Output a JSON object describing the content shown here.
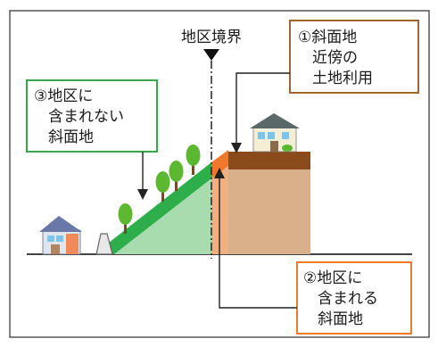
{
  "boundary_label": "地区境界",
  "callout_1": {
    "lines": [
      "①斜面地",
      "近傍の",
      "土地利用"
    ],
    "border_color": "#a0652a"
  },
  "callout_2": {
    "lines": [
      "②地区に",
      "含まれる",
      "斜面地"
    ],
    "border_color": "#f07a2a"
  },
  "callout_3": {
    "lines": [
      "③地区に",
      "含まれない",
      "斜面地"
    ],
    "border_color": "#35a84a"
  },
  "colors": {
    "frame": "#5a5a5a",
    "slope_green": "#2eae4a",
    "slope_light": "#a8dcae",
    "slope_orange": "#f0782a",
    "cliff_tan": "#d9b08a",
    "cliff_orange_light": "#f2b080",
    "ground_brown": "#8a4a1a"
  },
  "icons": [
    "house-icon",
    "tree-icon",
    "retaining-wall-icon",
    "down-triangle-marker-icon"
  ]
}
